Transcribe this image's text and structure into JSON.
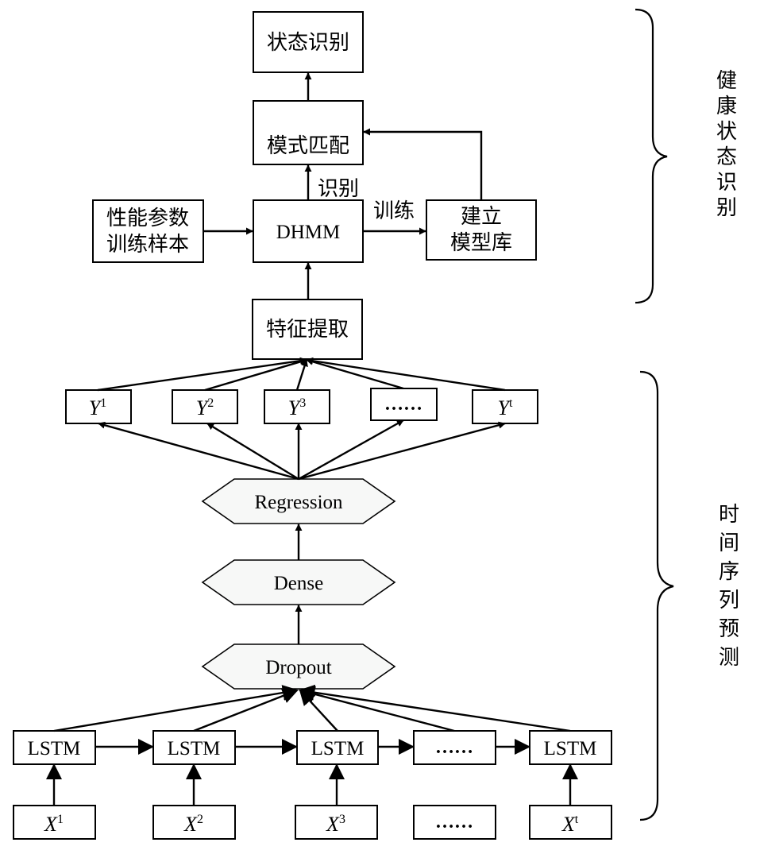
{
  "health_section": {
    "state_recognition": "状态识别",
    "pattern_matching": "模式匹配",
    "dhmm": "DHMM",
    "training_samples_line1": "性能参数",
    "training_samples_line2": "训练样本",
    "model_library_line1": "建立",
    "model_library_line2": "模型库",
    "feature_extraction": "特征提取",
    "label_recognize": "识别",
    "label_train": "训练",
    "side_label": [
      "健",
      "康",
      "状",
      "态",
      "识",
      "别"
    ]
  },
  "timeseries_section": {
    "outputs": [
      {
        "base": "Y",
        "sup": "1"
      },
      {
        "base": "Y",
        "sup": "2"
      },
      {
        "base": "Y",
        "sup": "3"
      },
      {
        "ellipsis": "……"
      },
      {
        "base": "Y",
        "sup": "t"
      }
    ],
    "regression": "Regression",
    "dense": "Dense",
    "dropout": "Dropout",
    "lstm_cells": [
      "LSTM",
      "LSTM",
      "LSTM",
      "……",
      "LSTM"
    ],
    "inputs": [
      {
        "base": "X",
        "sup": "1"
      },
      {
        "base": "X",
        "sup": "2"
      },
      {
        "base": "X",
        "sup": "3"
      },
      {
        "ellipsis": "……"
      },
      {
        "base": "X",
        "sup": "t"
      }
    ],
    "side_label": [
      "时",
      "间",
      "序",
      "列",
      "预",
      "测"
    ]
  },
  "colors": {
    "stroke": "#000000",
    "box_fill": "#ffffff",
    "hex_fill": "#f7f8f7"
  }
}
